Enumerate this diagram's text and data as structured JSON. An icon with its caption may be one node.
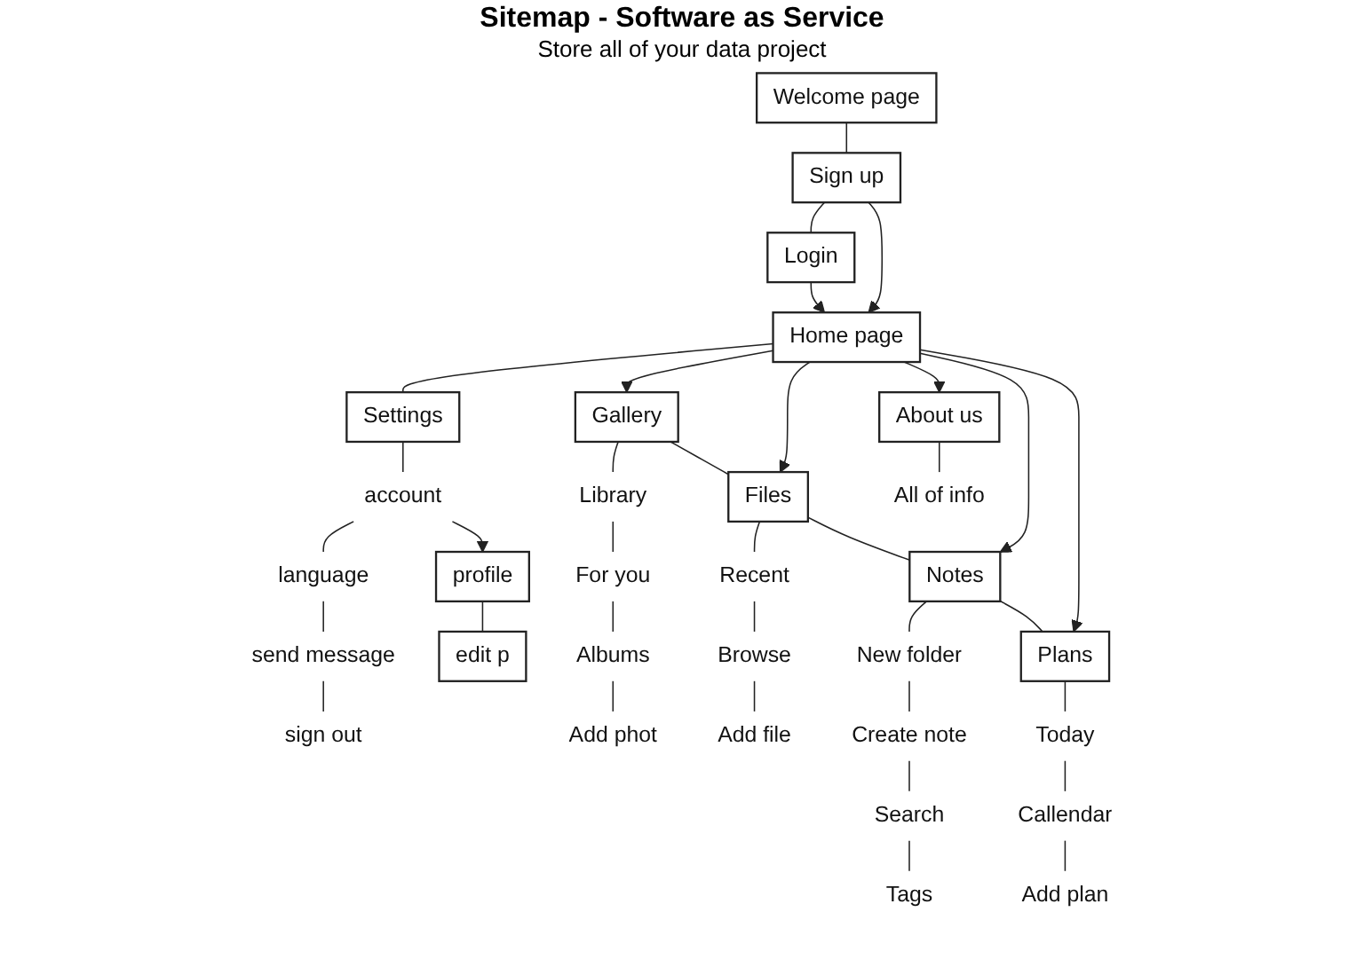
{
  "diagram": {
    "title": "Sitemap - Software as Service",
    "nodes": [
      {
        "text": [
          "Welcome page"
        ]
      },
      {
        "text": [
          "Sign up"
        ]
      },
      {
        "text": [
          "Login"
        ]
      },
      {
        "text": [
          "Home page"
        ]
      },
      {
        "text": [
          "Settings"
        ]
      },
      {
        "text": [
          "account"
        ]
      },
      {
        "text": [
          "language"
        ]
      },
      {
        "text": [
          "send message"
        ]
      },
      {
        "text": [
          "sign out"
        ]
      },
      {
        "text": [
          "profile"
        ]
      },
      {
        "text": [
          "edit p"
        ]
      },
      {
        "text": [
          "Gallery"
        ]
      },
      {
        "text": [
          "Files"
        ]
      },
      {
        "text": [
          "Notes"
        ]
      },
      {
        "text": [
          "Plans"
        ]
      },
      {
        "text": [
          "About us"
        ]
      },
      {
        "text": [
          "Library"
        ]
      },
      {
        "text": [
          "For you"
        ]
      },
      {
        "text": [
          "Albums"
        ]
      },
      {
        "text": [
          "Add phot"
        ]
      },
      {
        "text": [
          "Recent"
        ]
      },
      {
        "text": [
          "Browse"
        ]
      },
      {
        "text": [
          "Add file"
        ]
      },
      {
        "text": [
          "New folder"
        ]
      },
      {
        "text": [
          "Create note"
        ]
      },
      {
        "text": [
          "Search"
        ]
      },
      {
        "text": [
          "Tags"
        ]
      },
      {
        "text": [
          "Today"
        ]
      },
      {
        "text": [
          "Callendar"
        ]
      },
      {
        "text": [
          "Add plan"
        ]
      },
      {
        "text": [
          "All of info"
        ]
      }
    ],
    "edges": [
      {
        "from": 0,
        "to": 1,
        "arrow": "none"
      },
      {
        "from": 1,
        "to": 2,
        "arrow": "none"
      },
      {
        "from": 1,
        "to": 3,
        "arrow": "to"
      },
      {
        "from": 2,
        "to": 3,
        "arrow": "to"
      },
      {
        "from": 3,
        "to": 4,
        "arrow": "none"
      },
      {
        "from": 4,
        "to": 5,
        "arrow": "none"
      },
      {
        "from": 5,
        "to": 9,
        "arrow": "to"
      },
      {
        "from": 9,
        "to": 10,
        "arrow": "none"
      },
      {
        "from": 5,
        "to": 6,
        "arrow": "none"
      },
      {
        "from": 6,
        "to": 7,
        "arrow": "none"
      },
      {
        "from": 7,
        "to": 8,
        "arrow": "none"
      },
      {
        "from": 3,
        "to": 11,
        "arrow": "to"
      },
      {
        "from": 3,
        "to": 12,
        "arrow": "to"
      },
      {
        "from": 3,
        "to": 13,
        "arrow": "to"
      },
      {
        "from": 3,
        "to": 14,
        "arrow": "to"
      },
      {
        "from": 3,
        "to": 15,
        "arrow": "to"
      },
      {
        "from": 11,
        "to": 12,
        "arrow": "none"
      },
      {
        "from": 12,
        "to": 13,
        "arrow": "none"
      },
      {
        "from": 13,
        "to": 14,
        "arrow": "none"
      },
      {
        "from": 11,
        "to": 16,
        "arrow": "none"
      },
      {
        "from": 16,
        "to": 17,
        "arrow": "none"
      },
      {
        "from": 17,
        "to": 18,
        "arrow": "none"
      },
      {
        "from": 18,
        "to": 19,
        "arrow": "none"
      },
      {
        "from": 12,
        "to": 20,
        "arrow": "none"
      },
      {
        "from": 20,
        "to": 21,
        "arrow": "none"
      },
      {
        "from": 21,
        "to": 22,
        "arrow": "none"
      },
      {
        "from": 13,
        "to": 23,
        "arrow": "none"
      },
      {
        "from": 23,
        "to": 24,
        "arrow": "none"
      },
      {
        "from": 24,
        "to": 25,
        "arrow": "none"
      },
      {
        "from": 25,
        "to": 26,
        "arrow": "none"
      },
      {
        "from": 14,
        "to": 27,
        "arrow": "none"
      },
      {
        "from": 27,
        "to": 28,
        "arrow": "none"
      },
      {
        "from": 28,
        "to": 29,
        "arrow": "none"
      },
      {
        "from": 15,
        "to": 30,
        "arrow": "none"
      }
    ],
    "labels": [
      "Store all of your data project"
    ]
  }
}
